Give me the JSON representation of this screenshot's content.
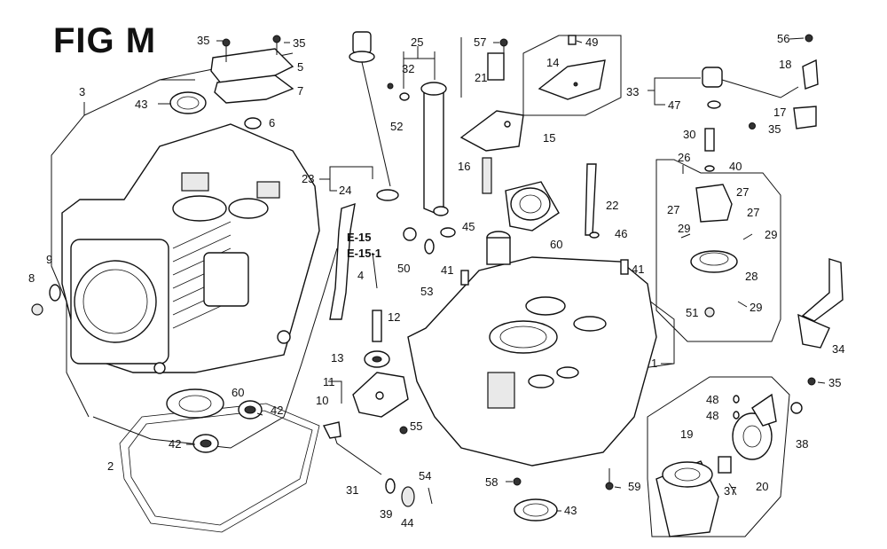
{
  "figure": {
    "title": "FIG M",
    "colors": {
      "ink": "#111111",
      "paper": "#ffffff"
    }
  },
  "labels": {
    "l1": "1",
    "l2": "2",
    "l3": "3",
    "l4": "4",
    "l5": "5",
    "l6": "6",
    "l7": "7",
    "l8": "8",
    "l9": "9",
    "l10": "10",
    "l11": "11",
    "l12": "12",
    "l13": "13",
    "l14": "14",
    "l15": "15",
    "l16": "16",
    "l17": "17",
    "l18": "18",
    "l19": "19",
    "l20": "20",
    "l21": "21",
    "l22": "22",
    "l23": "23",
    "l24": "24",
    "l25": "25",
    "l26": "26",
    "l27a": "27",
    "l27b": "27",
    "l27c": "27",
    "l28": "28",
    "l29a": "29",
    "l29b": "29",
    "l29c": "29",
    "l30": "30",
    "l31": "31",
    "l32": "32",
    "l33": "33",
    "l34": "34",
    "l35a": "35",
    "l35b": "35",
    "l35c": "35",
    "l35d": "35",
    "l37": "37",
    "l38": "38",
    "l39": "39",
    "l40": "40",
    "l41a": "41",
    "l41b": "41",
    "l42a": "42",
    "l42b": "42",
    "l43a": "43",
    "l43b": "43",
    "l44": "44",
    "l45": "45",
    "l46": "46",
    "l47": "47",
    "l48a": "48",
    "l48b": "48",
    "l49": "49",
    "l50": "50",
    "l51": "51",
    "l52": "52",
    "l53": "53",
    "l54": "54",
    "l55": "55",
    "l56": "56",
    "l57": "57",
    "l58": "58",
    "l59": "59",
    "l60a": "60",
    "l60b": "60",
    "e15": "E-15",
    "e151": "E-15-1"
  }
}
